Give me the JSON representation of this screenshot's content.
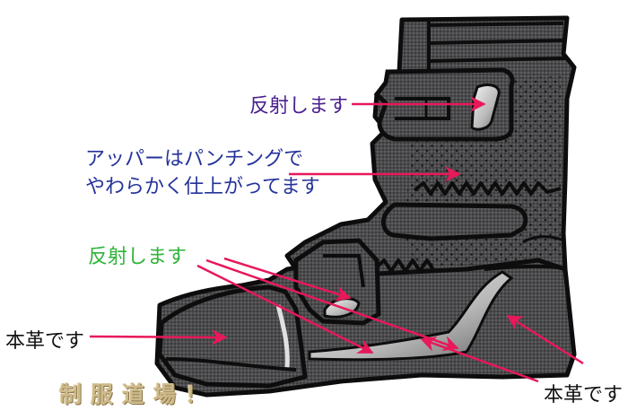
{
  "diagram": {
    "subject": "work boot illustration",
    "colors": {
      "boot_fill": "#4b4b4d",
      "boot_outline": "#0d0d0d",
      "reflector": "#c9c9c9",
      "arrow": "#e8185a",
      "label_purple": "#4a1f8f",
      "label_blue": "#24339a",
      "label_green": "#2fb33a",
      "label_black": "#111111",
      "watermark": "#cdb98a"
    },
    "callouts": [
      {
        "id": "reflector-upper",
        "text": "反射します",
        "color": "purple",
        "target": "upper strap reflector"
      },
      {
        "id": "upper-punching",
        "lines": [
          "アッパーはパンチングで",
          "やわらかく仕上がってます"
        ],
        "color": "blue",
        "target": "perforated upper"
      },
      {
        "id": "reflector-lower",
        "text": "反射します",
        "color": "green",
        "target": "lower reflective strips"
      },
      {
        "id": "leather-toe",
        "text": "本革です",
        "color": "black",
        "target": "toe cap"
      },
      {
        "id": "leather-heel",
        "text": "本革です",
        "color": "black",
        "target": "heel and side panel"
      }
    ],
    "watermark": "制服道場！"
  }
}
